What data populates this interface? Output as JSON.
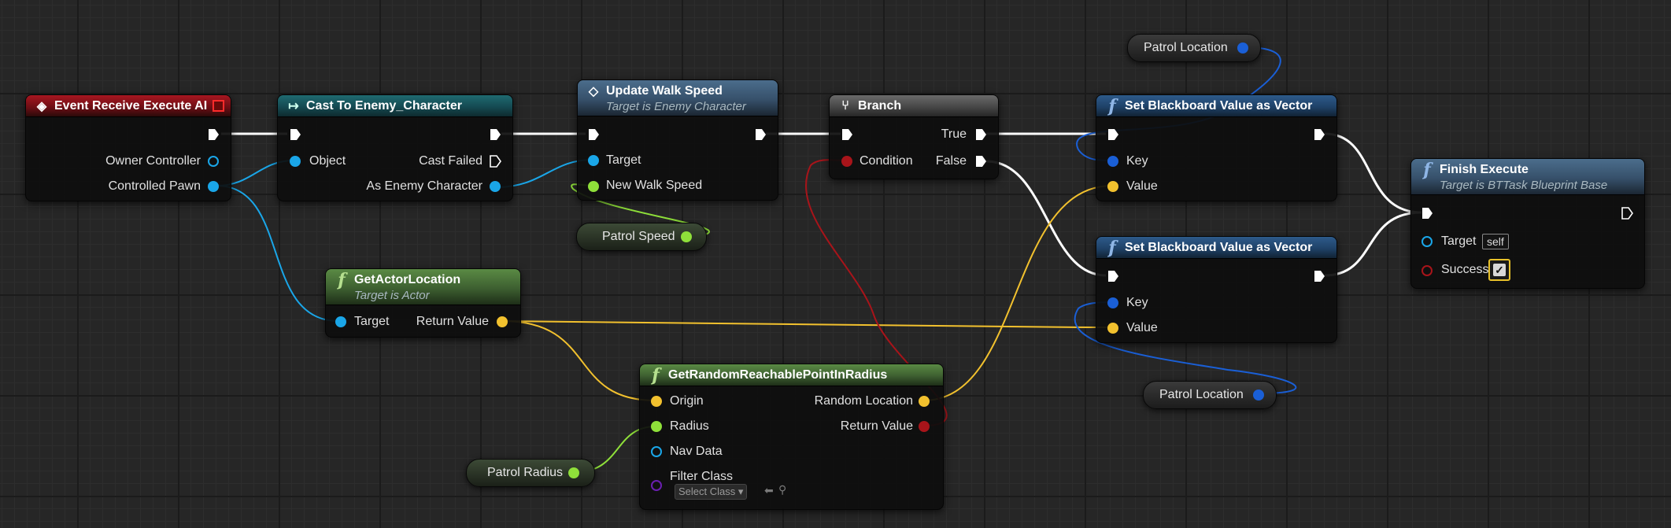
{
  "nodes": {
    "event": {
      "title": "Event Receive Execute AI",
      "owner_controller": "Owner Controller",
      "controlled_pawn": "Controlled Pawn"
    },
    "cast": {
      "title": "Cast To Enemy_Character",
      "object": "Object",
      "cast_failed": "Cast Failed",
      "as_enemy_character": "As Enemy Character"
    },
    "update_speed": {
      "title": "Update Walk Speed",
      "subtitle": "Target is Enemy Character",
      "target": "Target",
      "new_walk_speed": "New Walk Speed"
    },
    "branch": {
      "title": "Branch",
      "condition": "Condition",
      "true_label": "True",
      "false_label": "False"
    },
    "set_bb_1": {
      "title": "Set Blackboard Value as Vector",
      "key": "Key",
      "value": "Value"
    },
    "set_bb_2": {
      "title": "Set Blackboard Value as Vector",
      "key": "Key",
      "value": "Value"
    },
    "finish": {
      "title": "Finish Execute",
      "subtitle": "Target is BTTask Blueprint Base",
      "target": "Target",
      "target_default": "self",
      "success": "Success"
    },
    "get_actor_location": {
      "title": "GetActorLocation",
      "subtitle": "Target is Actor",
      "target": "Target",
      "return_value": "Return Value"
    },
    "random_point": {
      "title": "GetRandomReachablePointInRadius",
      "origin": "Origin",
      "radius": "Radius",
      "nav_data": "Nav Data",
      "filter_class": "Filter Class",
      "select_class": "Select Class",
      "random_location": "Random Location",
      "return_value": "Return Value"
    }
  },
  "variables": {
    "patrol_location_top": "Patrol Location",
    "patrol_location_bottom": "Patrol Location",
    "patrol_speed": "Patrol Speed",
    "patrol_radius": "Patrol Radius"
  },
  "colors": {
    "exec": "#ffffff",
    "object": "#1aa6e8",
    "float": "#8fe03a",
    "vector": "#f2c12e",
    "bool": "#a8141a",
    "bb_key": "#1a5fd6",
    "class": "#6a1fb0"
  },
  "icons": {
    "event": "event-diamond-icon",
    "cast": "cast-arrow-icon",
    "function": "function-f-icon",
    "branch": "branch-icon"
  }
}
